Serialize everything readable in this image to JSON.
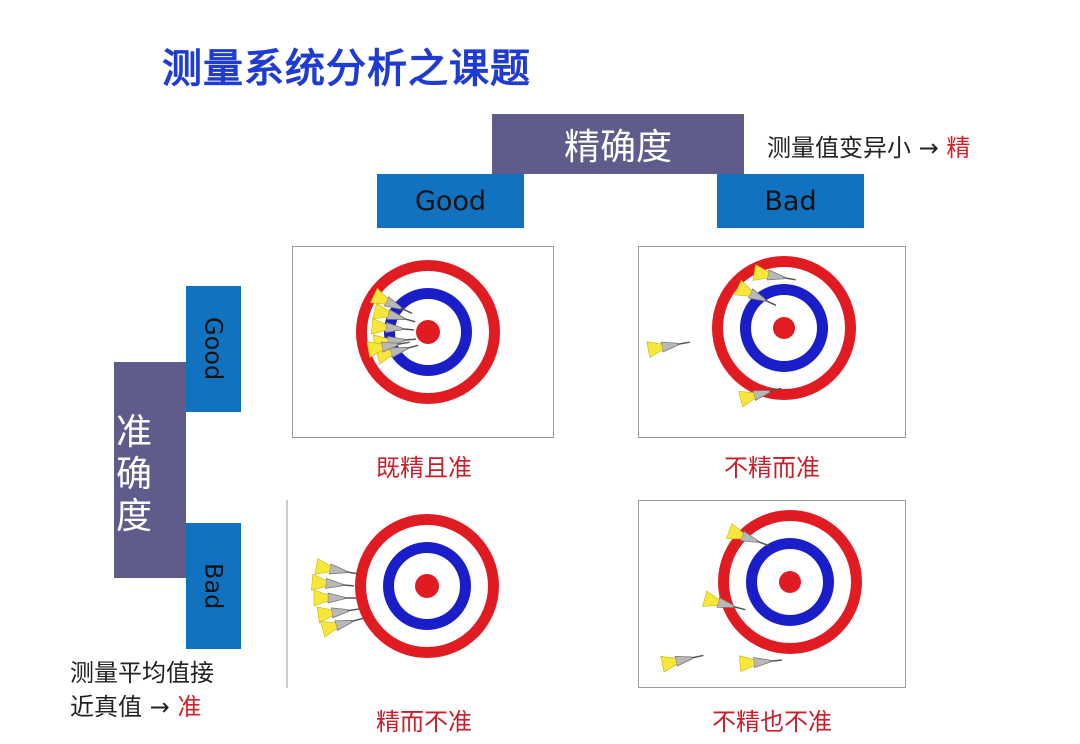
{
  "title": "测量系统分析之课题",
  "precision": {
    "header": "精确度",
    "good": "Good",
    "bad": "Bad",
    "note_prefix": "测量值变异小",
    "arrow": "→",
    "note_result": "精"
  },
  "accuracy": {
    "header_chars": [
      "准",
      "确",
      "度"
    ],
    "good": "Good",
    "bad": "Bad",
    "note_line1": "测量平均值接",
    "note_line2_prefix": "近真值",
    "arrow": "→",
    "note_result": "准"
  },
  "captions": {
    "top_left": "既精且准",
    "top_right": "不精而准",
    "bottom_left": "精而不准",
    "bottom_right": "不精也不准"
  },
  "colors": {
    "title": "#1f3bd1",
    "header_purple": "#5f5c8c",
    "label_blue": "#1173c0",
    "ring_red": "#e11b22",
    "ring_blue": "#1a1ec8",
    "caption_red": "#c8202a"
  }
}
